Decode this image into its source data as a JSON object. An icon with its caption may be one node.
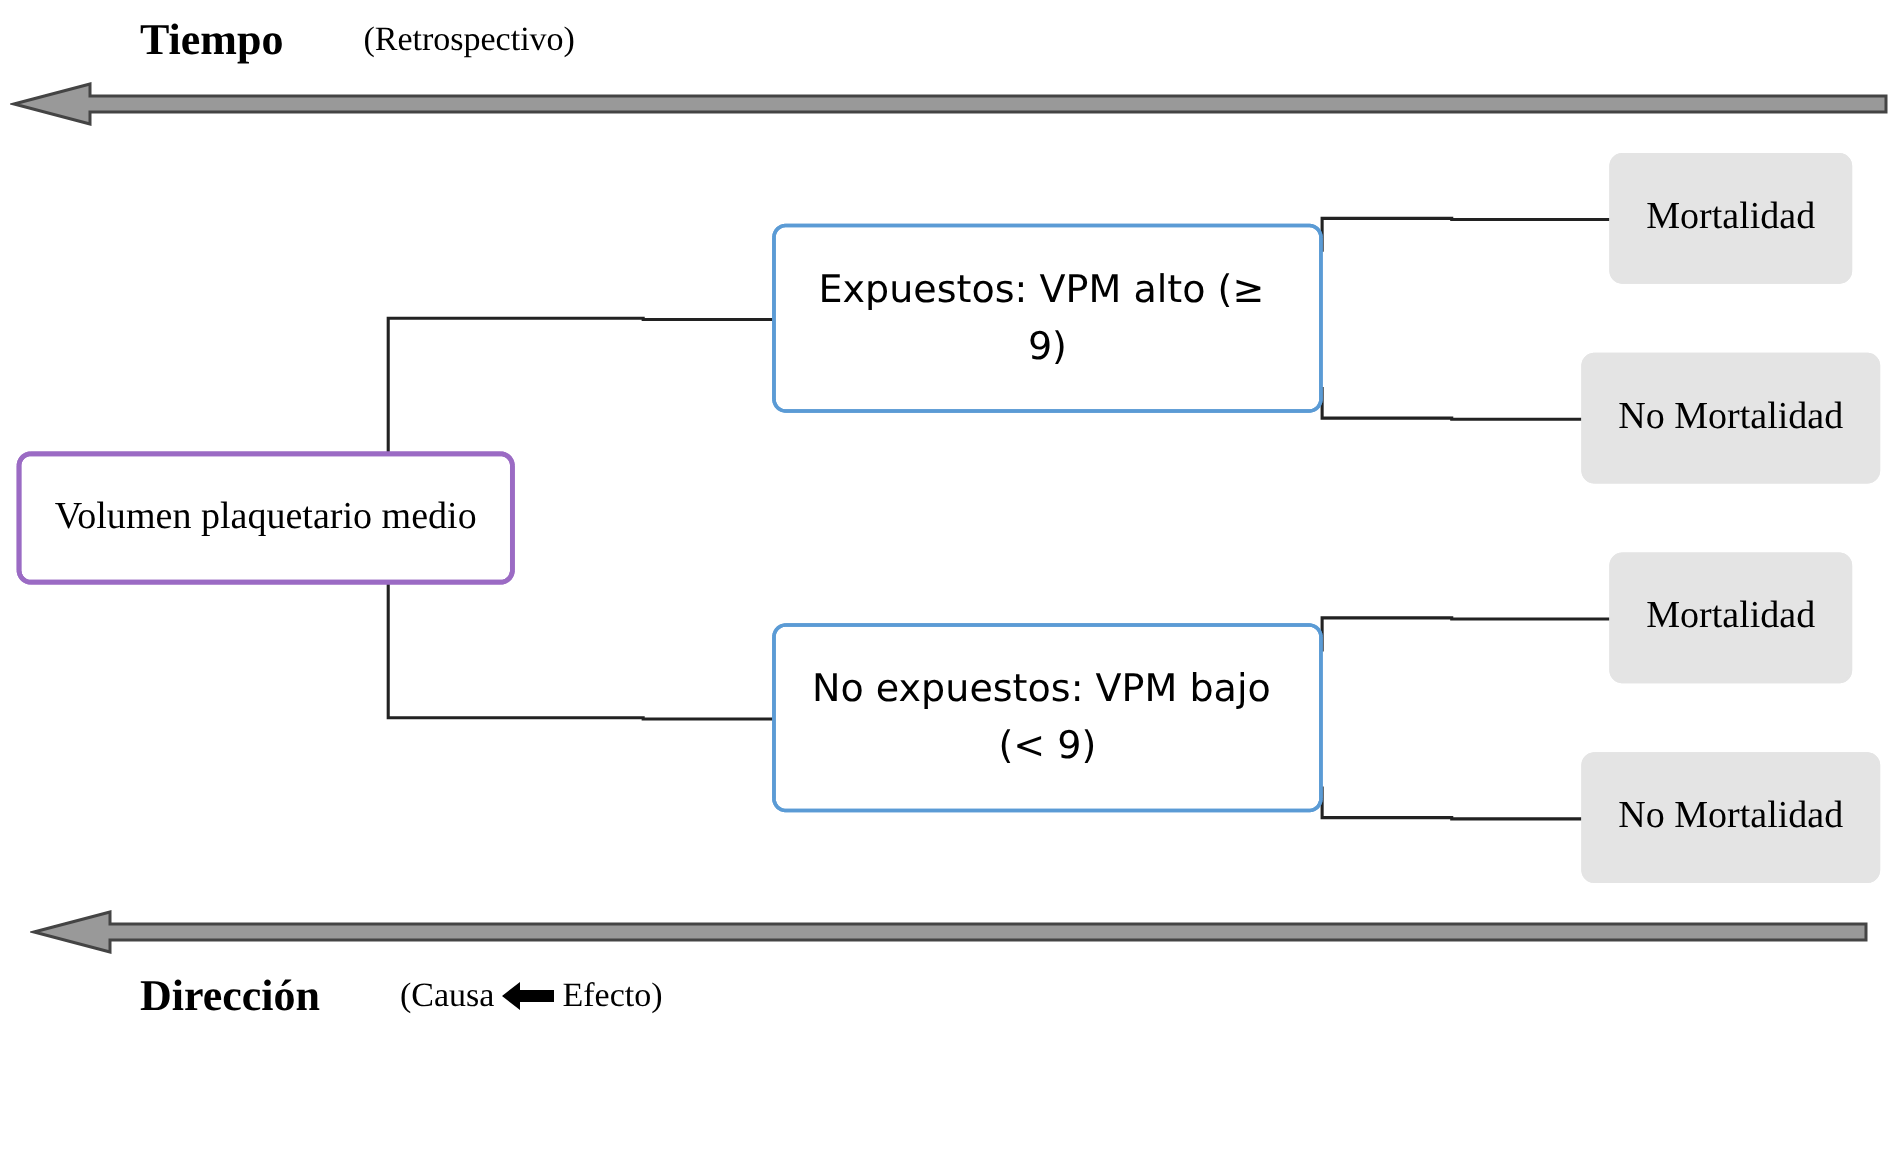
{
  "diagram": {
    "nodes": [
      {
        "text": [
          "Volumen plaquetario medio"
        ]
      },
      {
        "text": [
          "Expuestos: VPM alto (≥ 9)"
        ]
      },
      {
        "text": [
          "No expuestos: VPM bajo (< 9)"
        ]
      },
      {
        "text": [
          "Mortalidad"
        ]
      },
      {
        "text": [
          "No Mortalidad"
        ]
      },
      {
        "text": [
          "Mortalidad"
        ]
      },
      {
        "text": [
          "No Mortalidad"
        ]
      }
    ],
    "edges": [
      {
        "from": 0,
        "to": 1,
        "arrow": "none"
      },
      {
        "from": 0,
        "to": 2,
        "arrow": "none"
      },
      {
        "from": 1,
        "to": 3,
        "arrow": "none"
      },
      {
        "from": 1,
        "to": 4,
        "arrow": "none"
      },
      {
        "from": 2,
        "to": 5,
        "arrow": "none"
      },
      {
        "from": 2,
        "to": 6,
        "arrow": "none"
      }
    ],
    "labels": [
      "Tiempo",
      "(Retrospectivo)",
      "Dirección",
      "(Causa",
      "Efecto)"
    ]
  }
}
